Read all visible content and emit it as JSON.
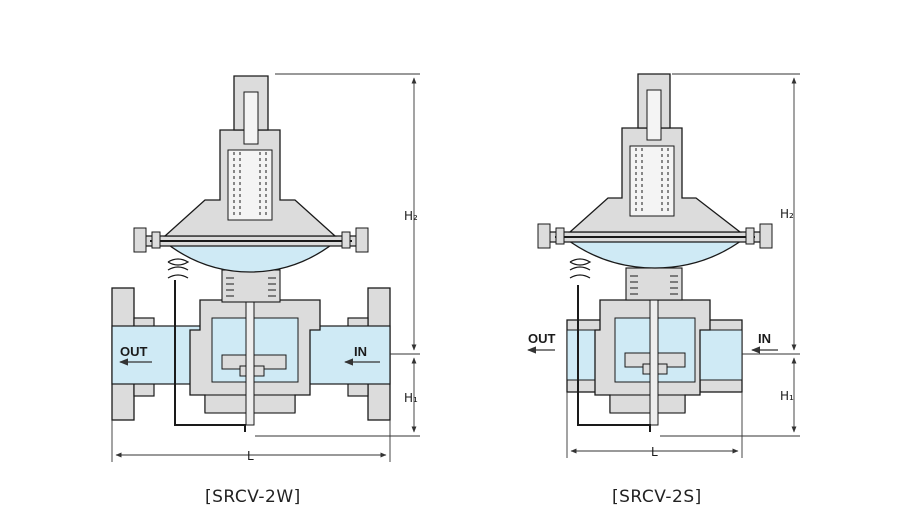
{
  "colors": {
    "body_fill": "#dcdcdc",
    "media_fill": "#cfeaf5",
    "line": "#1a1a1a",
    "dim_line": "#333333",
    "background": "#ffffff"
  },
  "diagrams": [
    {
      "id": "srcv-2w",
      "caption": "[SRCV-2W]",
      "out_label": "OUT",
      "in_label": "IN",
      "h1_label": "H₁",
      "h2_label": "H₂",
      "l_label": "L",
      "connection": "flanged"
    },
    {
      "id": "srcv-2s",
      "caption": "[SRCV-2S]",
      "out_label": "OUT",
      "in_label": "IN",
      "h1_label": "H₁",
      "h2_label": "H₂",
      "l_label": "L",
      "connection": "screwed"
    }
  ]
}
